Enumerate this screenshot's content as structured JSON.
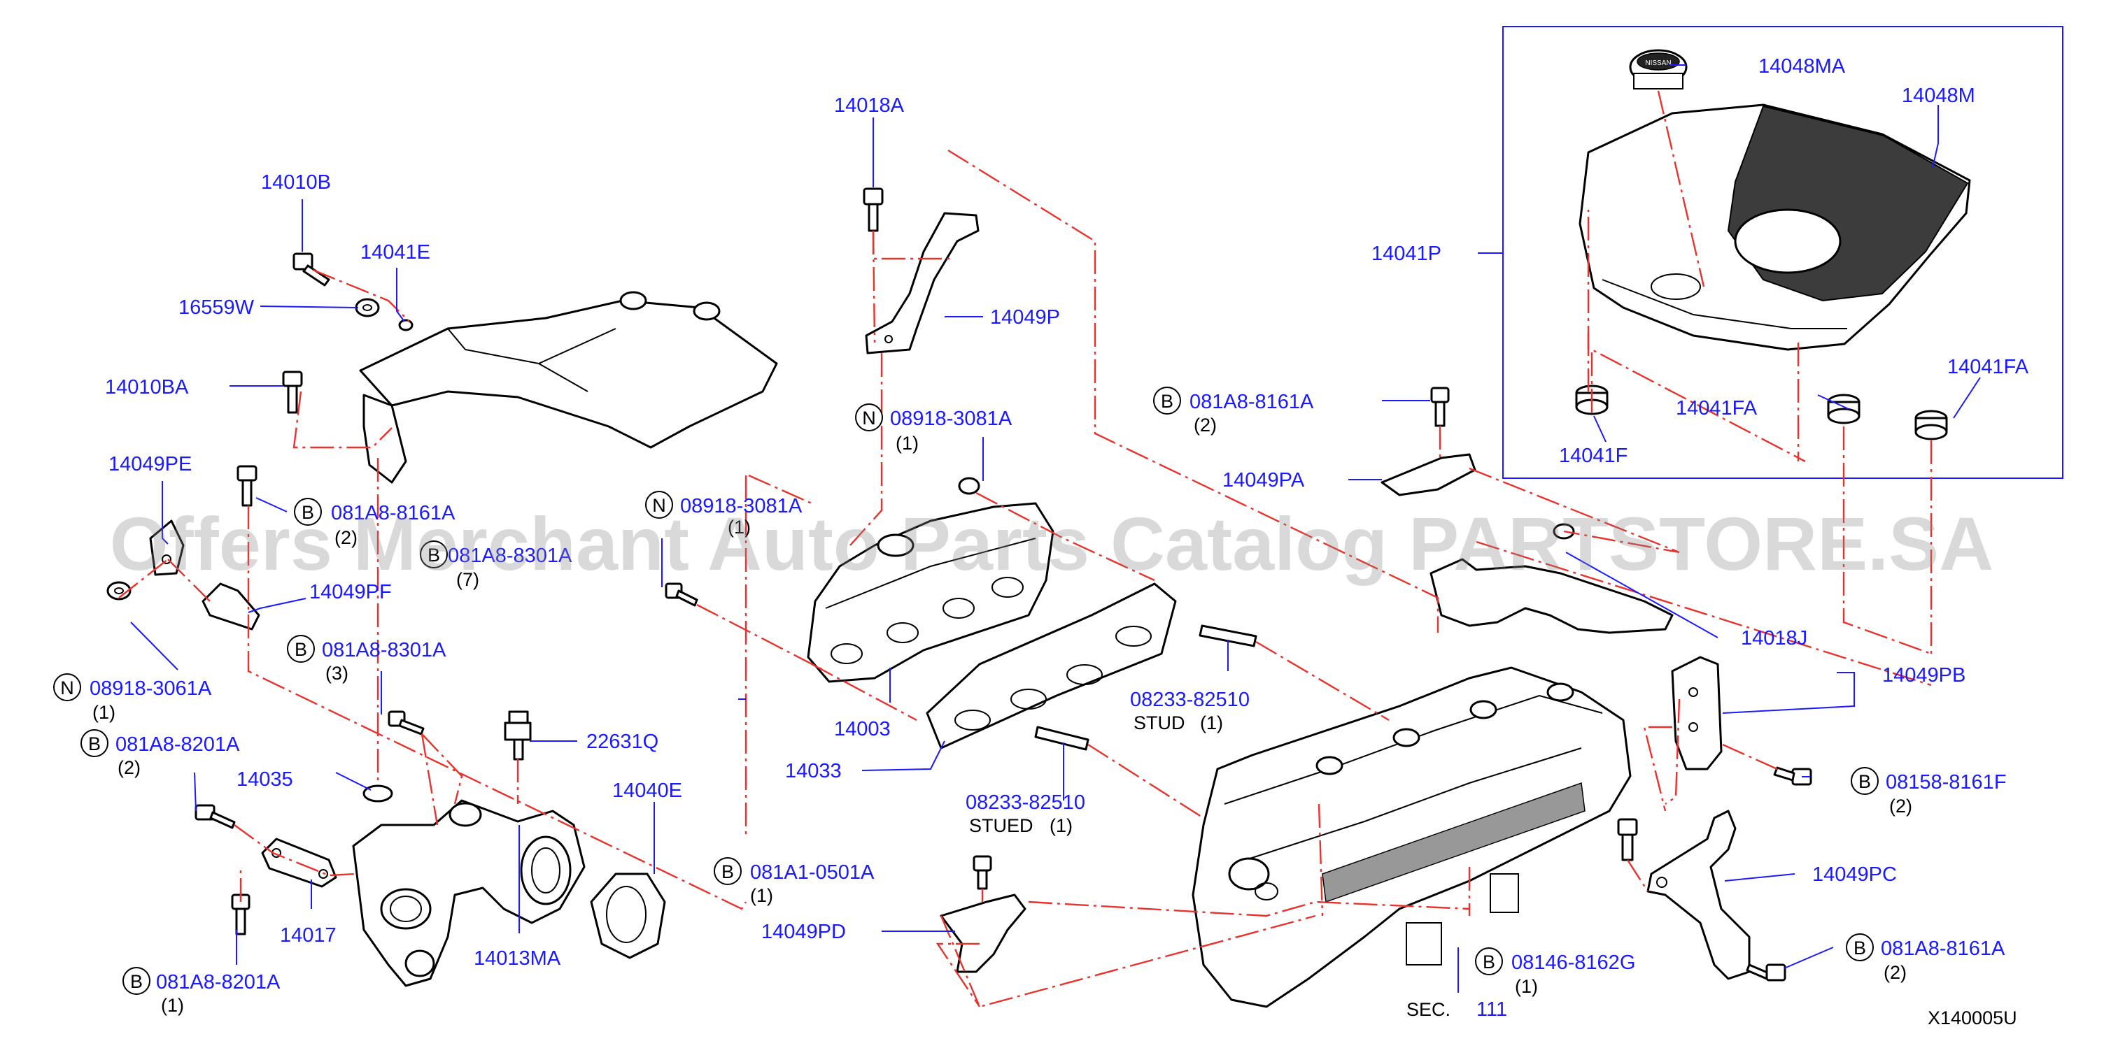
{
  "watermark": "Offers Merchant Auto Parts Catalog PARTSTORE.SA",
  "diagram_code": "X140005U",
  "sec_label": "SEC.",
  "sec_number": "111",
  "colors": {
    "callout": "#1a1aff",
    "dashed": "#e8322c",
    "outline": "#000000"
  },
  "parts": {
    "p14010B": "14010B",
    "p14041E": "14041E",
    "p16559W": "16559W",
    "p14010BA": "14010BA",
    "p14049PE": "14049PE",
    "p081A8_8161A_a": "081A8-8161A",
    "p081A8_8161A_a_qty": "(2)",
    "p081A8_8301A_a": "081A8-8301A",
    "p081A8_8301A_a_qty": "(7)",
    "p14049PF": "14049PF",
    "p081A8_8301A_b": "081A8-8301A",
    "p081A8_8301A_b_qty": "(3)",
    "p08918_3061A": "08918-3061A",
    "p08918_3061A_qty": "(1)",
    "p081A8_8201A_a": "081A8-8201A",
    "p081A8_8201A_a_qty": "(2)",
    "p14035": "14035",
    "p22631Q": "22631Q",
    "p14040E": "14040E",
    "p14017": "14017",
    "p14013MA": "14013MA",
    "p081A8_8201A_b": "081A8-8201A",
    "p081A8_8201A_b_qty": "(1)",
    "p14018A": "14018A",
    "p14049P": "14049P",
    "p08918_3081A_a": "08918-3081A",
    "p08918_3081A_a_qty": "(1)",
    "p08918_3081A_b": "08918-3081A",
    "p08918_3081A_b_qty": "(1)",
    "p14003": "14003",
    "p14033": "14033",
    "p08233_82510_a": "08233-82510",
    "p08233_82510_a_sub": "STUD",
    "p08233_82510_a_qty": "(1)",
    "p08233_82510_b": "08233-82510",
    "p08233_82510_b_sub": "STUED",
    "p08233_82510_b_qty": "(1)",
    "p081A1_0501A": "081A1-0501A",
    "p081A1_0501A_qty": "(1)",
    "p14049PD": "14049PD",
    "p081A8_8161A_b": "081A8-8161A",
    "p081A8_8161A_b_qty": "(2)",
    "p14049PA": "14049PA",
    "p14048MA": "14048MA",
    "p14048M": "14048M",
    "p14041P": "14041P",
    "p14041FA_a": "14041FA",
    "p14041FA_b": "14041FA",
    "p14041F": "14041F",
    "p14018J": "14018J",
    "p14049PB": "14049PB",
    "p08158_8161F": "08158-8161F",
    "p08158_8161F_qty": "(2)",
    "p14049PC": "14049PC",
    "p081A8_8161A_c": "081A8-8161A",
    "p081A8_8161A_c_qty": "(2)",
    "p08146_8162G": "08146-8162G",
    "p08146_8162G_qty": "(1)"
  },
  "prefix": {
    "b": "B",
    "n": "N"
  },
  "cover_logo": "NISSAN"
}
